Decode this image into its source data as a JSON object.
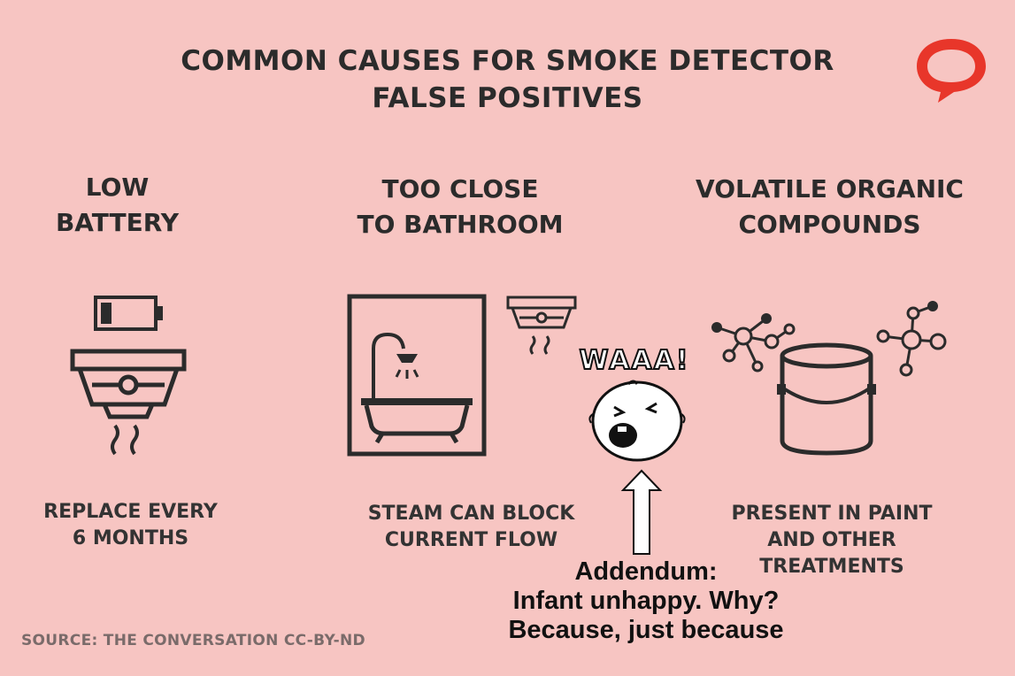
{
  "title": {
    "line1": "COMMON CAUSES FOR SMOKE DETECTOR",
    "line2": "FALSE POSITIVES"
  },
  "columns": [
    {
      "heading_line1": "LOW",
      "heading_line2": "BATTERY",
      "caption_line1": "REPLACE EVERY",
      "caption_line2": "6 MONTHS"
    },
    {
      "heading_line1": "TOO CLOSE",
      "heading_line2": "TO BATHROOM",
      "caption_line1": "STEAM CAN BLOCK",
      "caption_line2": "CURRENT FLOW"
    },
    {
      "heading_line1": "VOLATILE ORGANIC",
      "heading_line2": "COMPOUNDS",
      "caption_line1": "PRESENT IN PAINT",
      "caption_line2": "AND OTHER",
      "caption_line3": "TREATMENTS"
    }
  ],
  "source": "SOURCE: THE CONVERSATION CC-BY-ND",
  "addendum": {
    "line1": "Addendum:",
    "line2": "Infant unhappy. Why?",
    "line3": "Because, just because"
  },
  "baby_shout": "WAAA!",
  "colors": {
    "background": "#f7c5c2",
    "ink": "#2b2b2b",
    "logo": "#e8362a"
  },
  "icons": [
    "conversation-logo-icon",
    "battery-icon",
    "smoke-detector-icon",
    "bathtub-shower-icon",
    "molecule-icon",
    "paint-can-icon",
    "crying-baby-icon",
    "arrow-up-icon"
  ]
}
